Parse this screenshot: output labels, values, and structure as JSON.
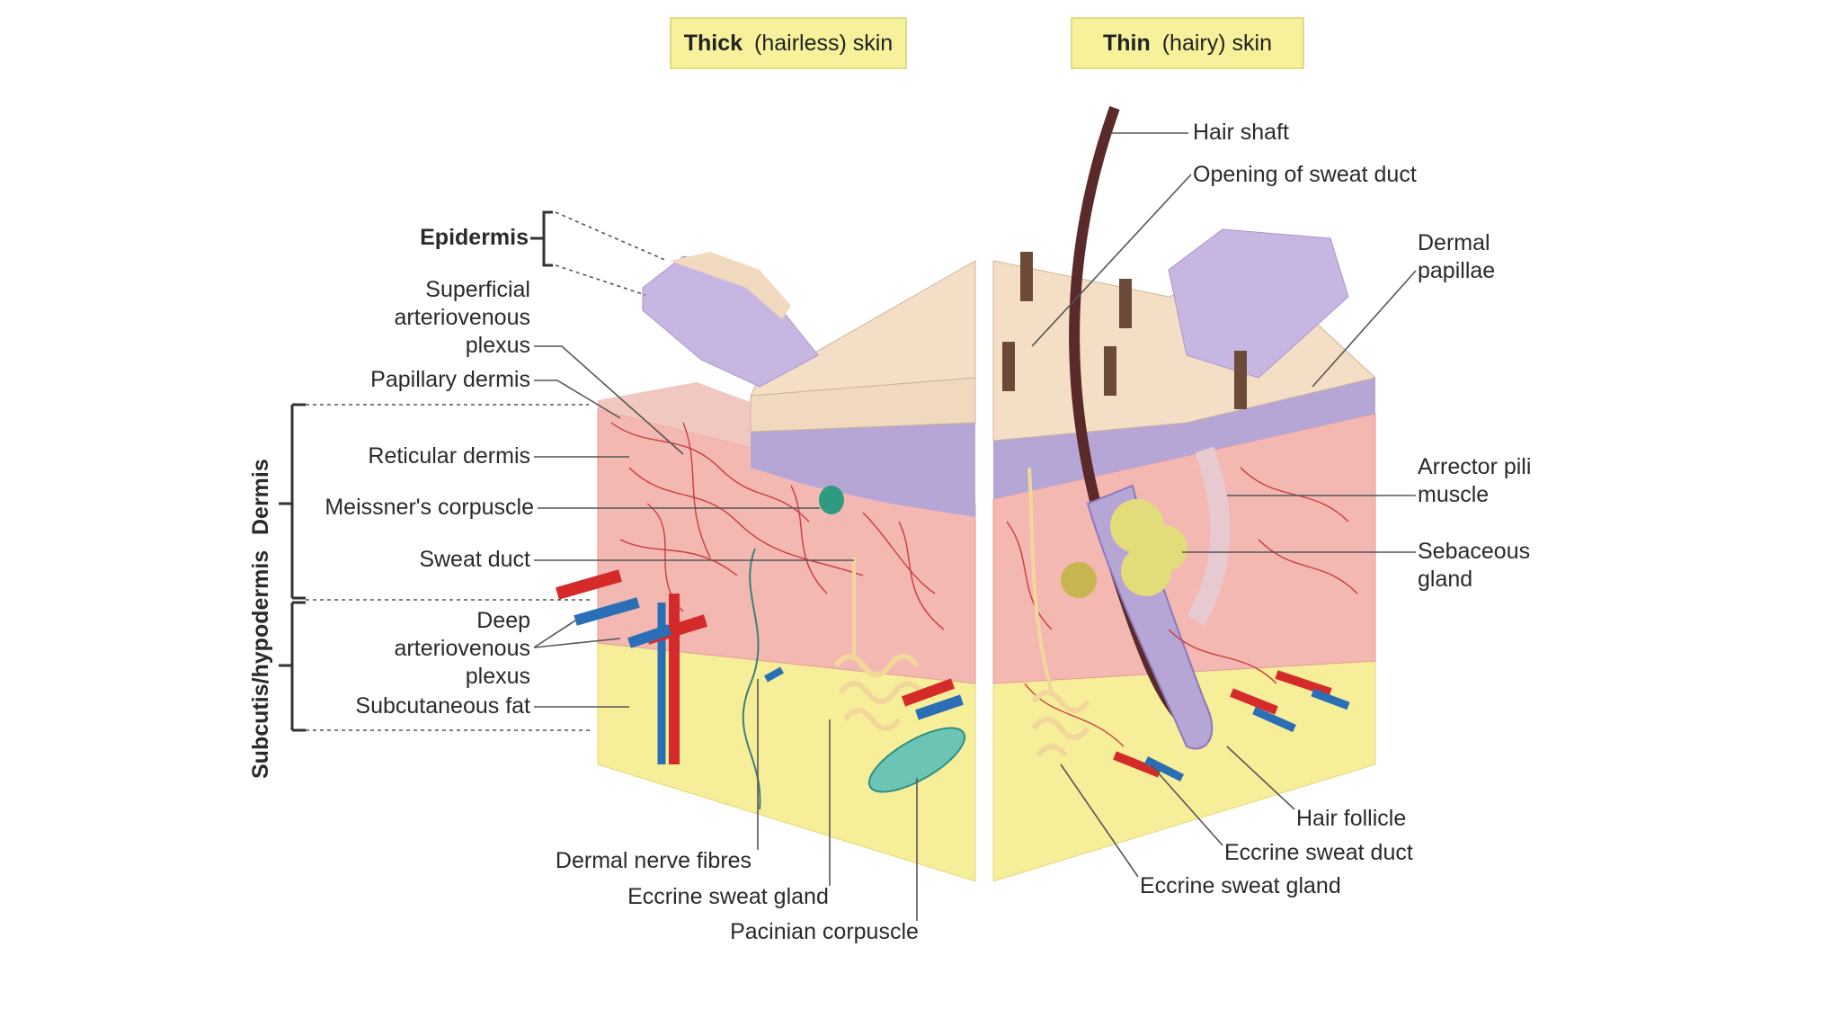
{
  "titles": {
    "thick": {
      "bold": "Thick",
      "rest": "(hairless) skin"
    },
    "thin": {
      "bold": "Thin",
      "rest": "(hairy) skin"
    }
  },
  "side_labels": {
    "dermis": "Dermis",
    "subcutis": "Subcutis/hypodermis"
  },
  "left_labels": {
    "epidermis": "Epidermis",
    "superficial_plexus": [
      "Superficial",
      "arteriovenous",
      "plexus"
    ],
    "papillary_dermis": "Papillary dermis",
    "reticular_dermis": "Reticular dermis",
    "meissner": "Meissner's corpuscle",
    "sweat_duct": "Sweat duct",
    "deep_plexus": [
      "Deep",
      "arteriovenous",
      "plexus"
    ],
    "subcutaneous_fat": "Subcutaneous fat"
  },
  "bottom_left_labels": {
    "nerve_fibres": "Dermal nerve fibres",
    "eccrine_gland": "Eccrine sweat gland",
    "pacinian": "Pacinian corpuscle"
  },
  "right_labels": {
    "hair_shaft": "Hair shaft",
    "sweat_opening": "Opening of sweat duct",
    "dermal_papillae": [
      "Dermal",
      "papillae"
    ],
    "arrector": [
      "Arrector pili",
      "muscle"
    ],
    "sebaceous": [
      "Sebaceous",
      "gland"
    ],
    "hair_follicle": "Hair follicle",
    "eccrine_duct": "Eccrine sweat duct",
    "eccrine_gland": "Eccrine sweat gland"
  },
  "colors": {
    "epidermis_top": "#f1d9c0",
    "epidermis_purple": "#b6a6d6",
    "dermis": "#f4b8b3",
    "fat": "#f7ee9a",
    "artery": "#d52a2a",
    "vein": "#2a6fb5",
    "title_bg": "#f6f19a"
  }
}
